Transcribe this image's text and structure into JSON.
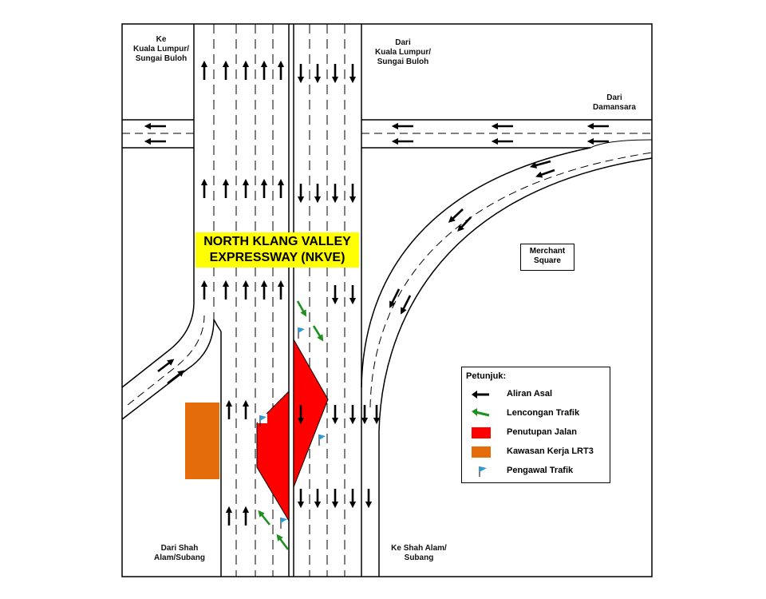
{
  "title": "NORTH KLANG VALLEY\nEXPRESSWAY (NKVE)",
  "labels": {
    "to_kl": "Ke\nKuala Lumpur/\nSungai Buloh",
    "from_kl": "Dari\nKuala Lumpur/\nSungai Buloh",
    "from_damansara": "Dari\nDamansara",
    "merchant_square": "Merchant\nSquare",
    "from_shah_alam": "Dari Shah\nAlam/Subang",
    "to_shah_alam": "Ke Shah Alam/\nSubang"
  },
  "legend": {
    "title": "Petunjuk:",
    "items": [
      {
        "label": "Aliran Asal",
        "symbol": "black-arrow-icon"
      },
      {
        "label": "Lencongan Trafik",
        "symbol": "green-arrow-icon"
      },
      {
        "label": "Penutupan Jalan",
        "symbol": "red-box-icon",
        "color": "#ff0000"
      },
      {
        "label": "Kawasan Kerja LRT3",
        "symbol": "orange-box-icon",
        "color": "#e46c0a"
      },
      {
        "label": "Pengawal Trafik",
        "symbol": "flag-icon",
        "color": "#2e9bd8"
      }
    ]
  },
  "colors": {
    "closure": "#ff0000",
    "work_zone": "#e46c0a",
    "detour": "#1f8f1f",
    "flag": "#2e9bd8",
    "title_bg": "#ffff00"
  }
}
